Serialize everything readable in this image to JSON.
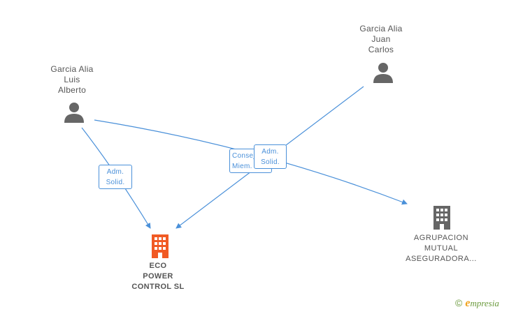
{
  "nodes": {
    "person_luis": {
      "lines": [
        "Garcia Alia",
        "Luis",
        "Alberto"
      ]
    },
    "person_juan": {
      "lines": [
        "Garcia Alia",
        "Juan",
        "Carlos"
      ]
    },
    "company_eco": {
      "lines": [
        "ECO",
        "POWER",
        "CONTROL SL"
      ],
      "color": "#f15a24"
    },
    "company_agrupacion": {
      "lines": [
        "AGRUPACION",
        "MUTUAL",
        "ASEGURADORA..."
      ],
      "color": "#666666"
    }
  },
  "relations": {
    "adm_solid_1": {
      "lines": [
        "Adm.",
        "Solid."
      ]
    },
    "consej_miem": {
      "lines": [
        "Consej.",
        "Miem."
      ]
    },
    "adm_solid_2": {
      "lines": [
        "Adm.",
        "Solid."
      ]
    }
  },
  "colors": {
    "edge": "#4a90d9",
    "person_icon": "#666666"
  },
  "brand": {
    "symbol": "©",
    "initial": "e",
    "rest": "mpresia"
  }
}
